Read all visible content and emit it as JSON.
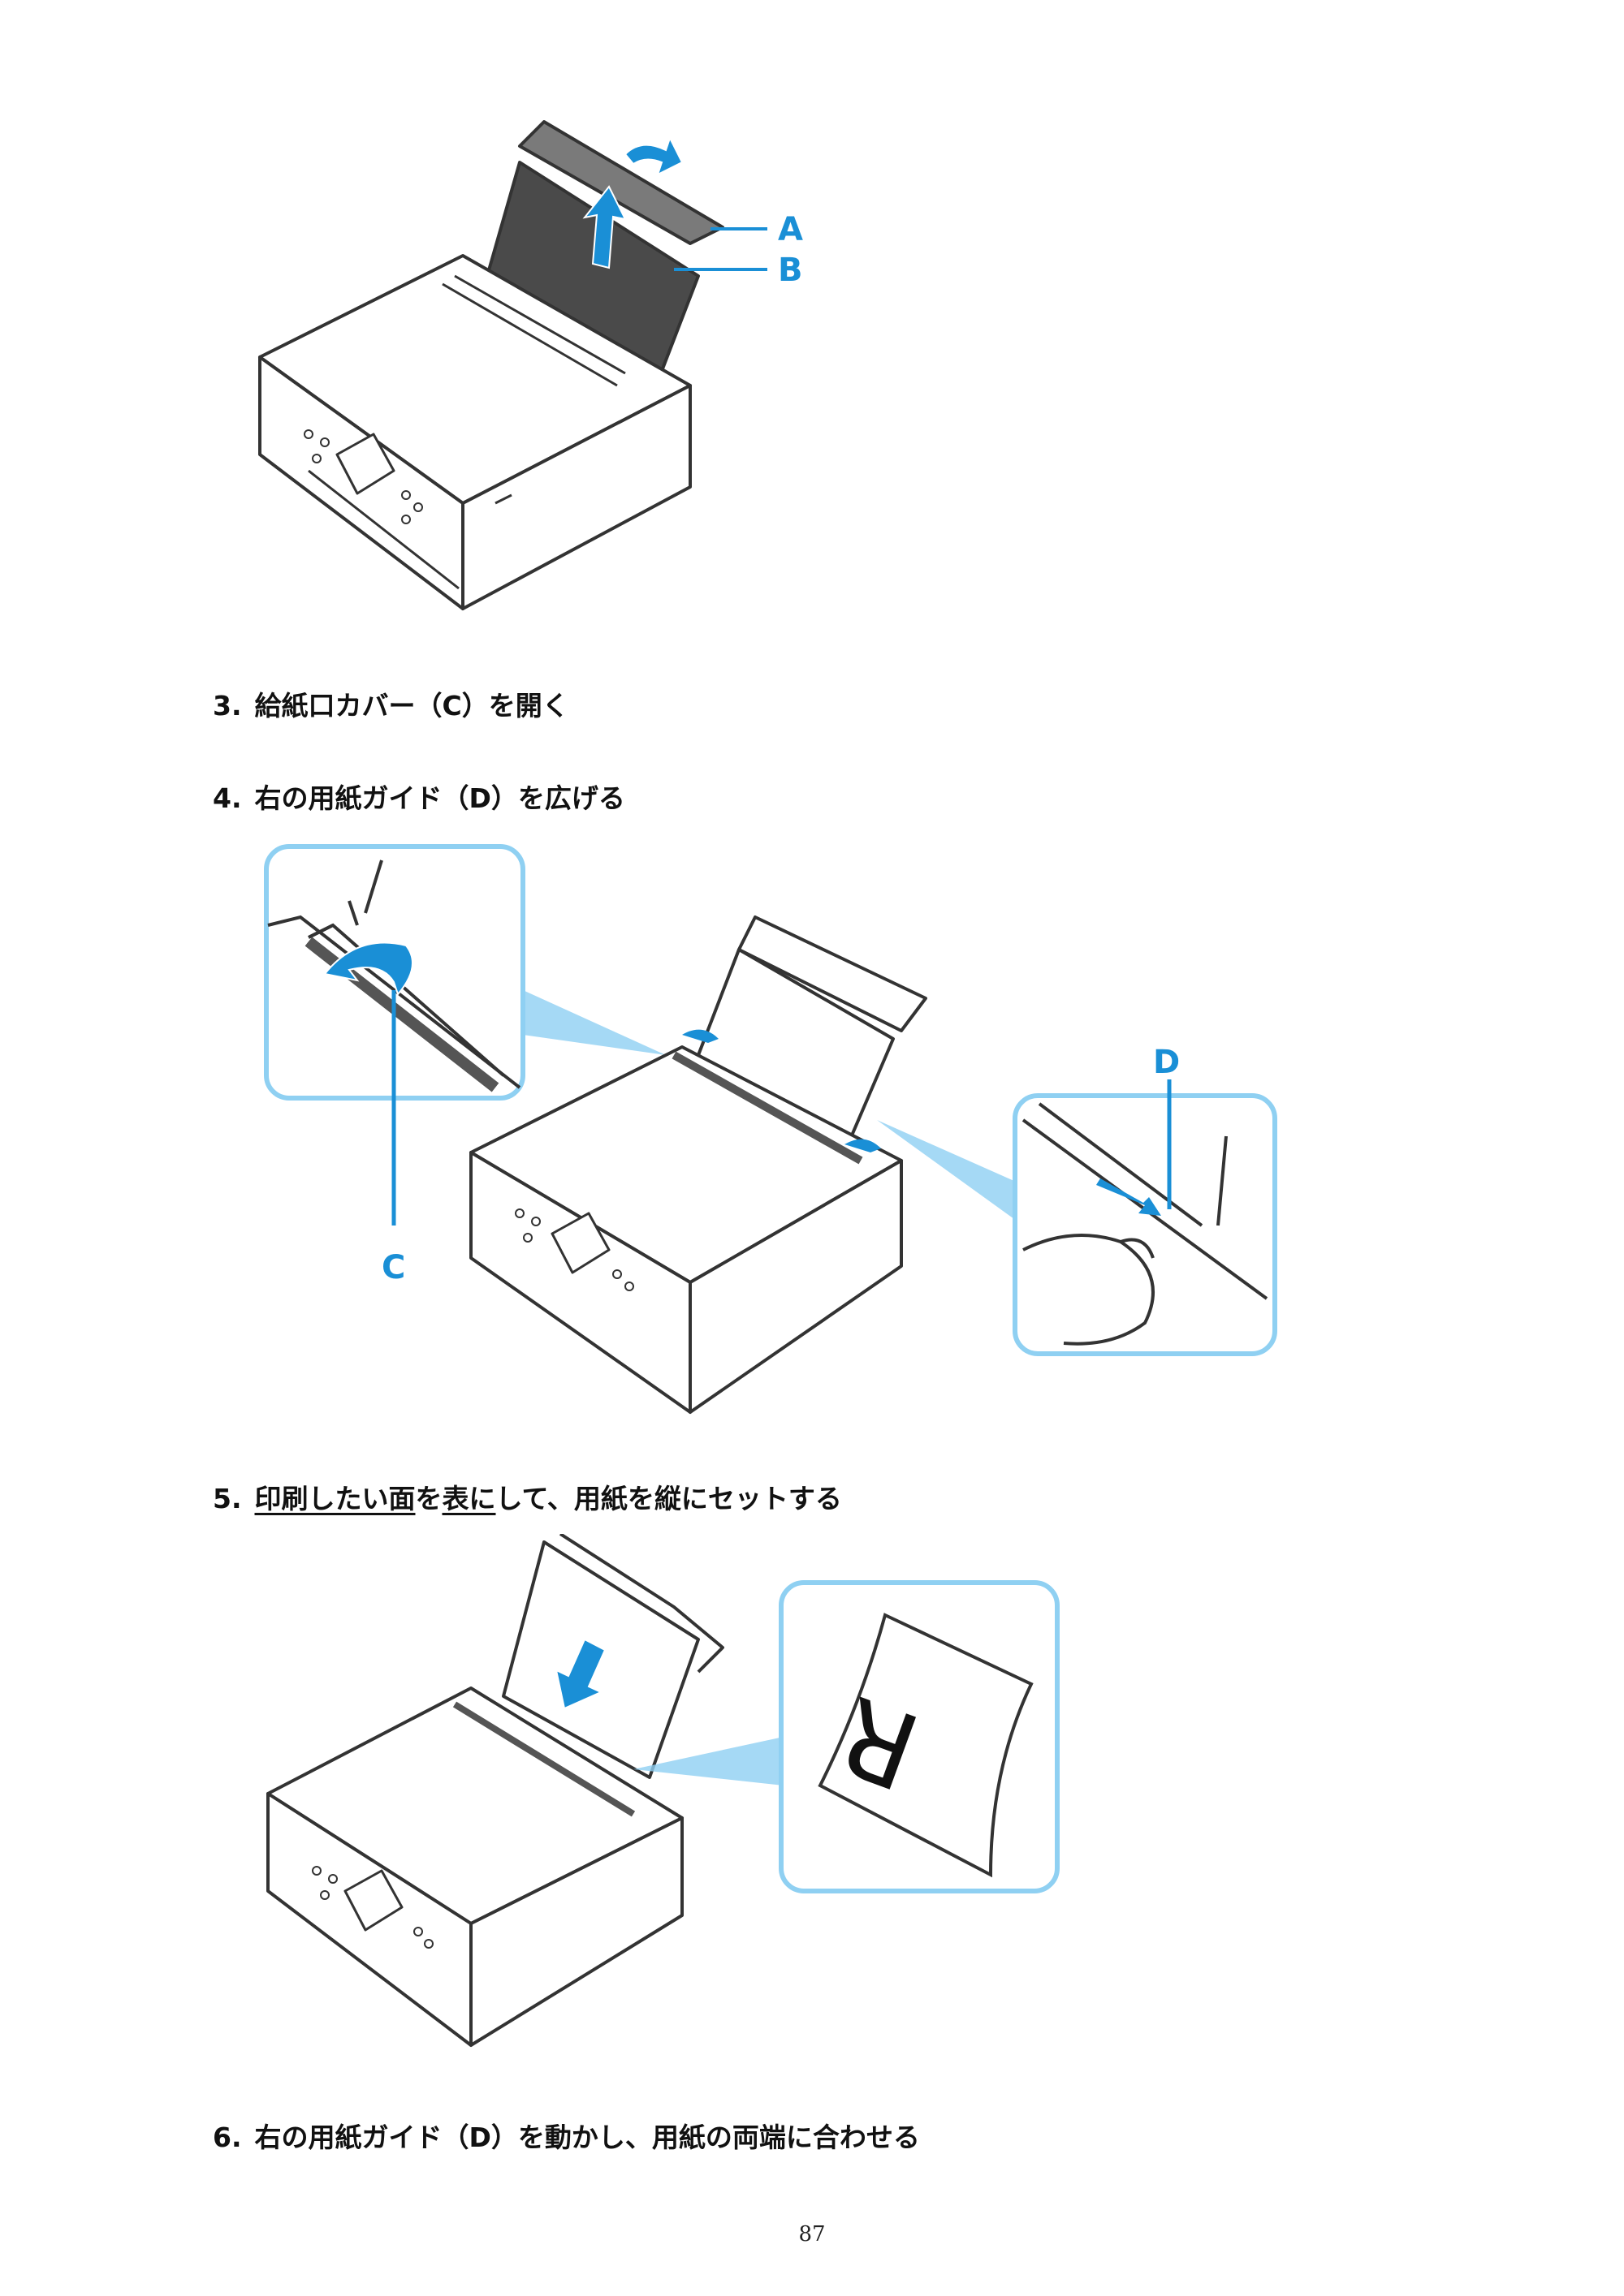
{
  "figure1": {
    "callout_a": "A",
    "callout_b": "B"
  },
  "step3": {
    "number": "3.",
    "text": "給紙口カバー（C）を開く"
  },
  "step4": {
    "number": "4.",
    "text": "右の用紙ガイド（D）を広げる"
  },
  "figure2": {
    "callout_c": "C",
    "callout_d": "D"
  },
  "step5": {
    "number": "5.",
    "text_underlined_1": "印刷したい面",
    "text_plain_1": "を",
    "text_underlined_2": "表に",
    "text_plain_2": "して、用紙を縦にセットする"
  },
  "figure3": {
    "paper_letter": "R"
  },
  "step6": {
    "number": "6.",
    "text": "右の用紙ガイド（D）を動かし、用紙の両端に合わせる"
  },
  "page_number": "87",
  "colors": {
    "accent": "#1a8fd6",
    "callout_frame": "#8fd0f2",
    "printer_outline": "#333333"
  }
}
